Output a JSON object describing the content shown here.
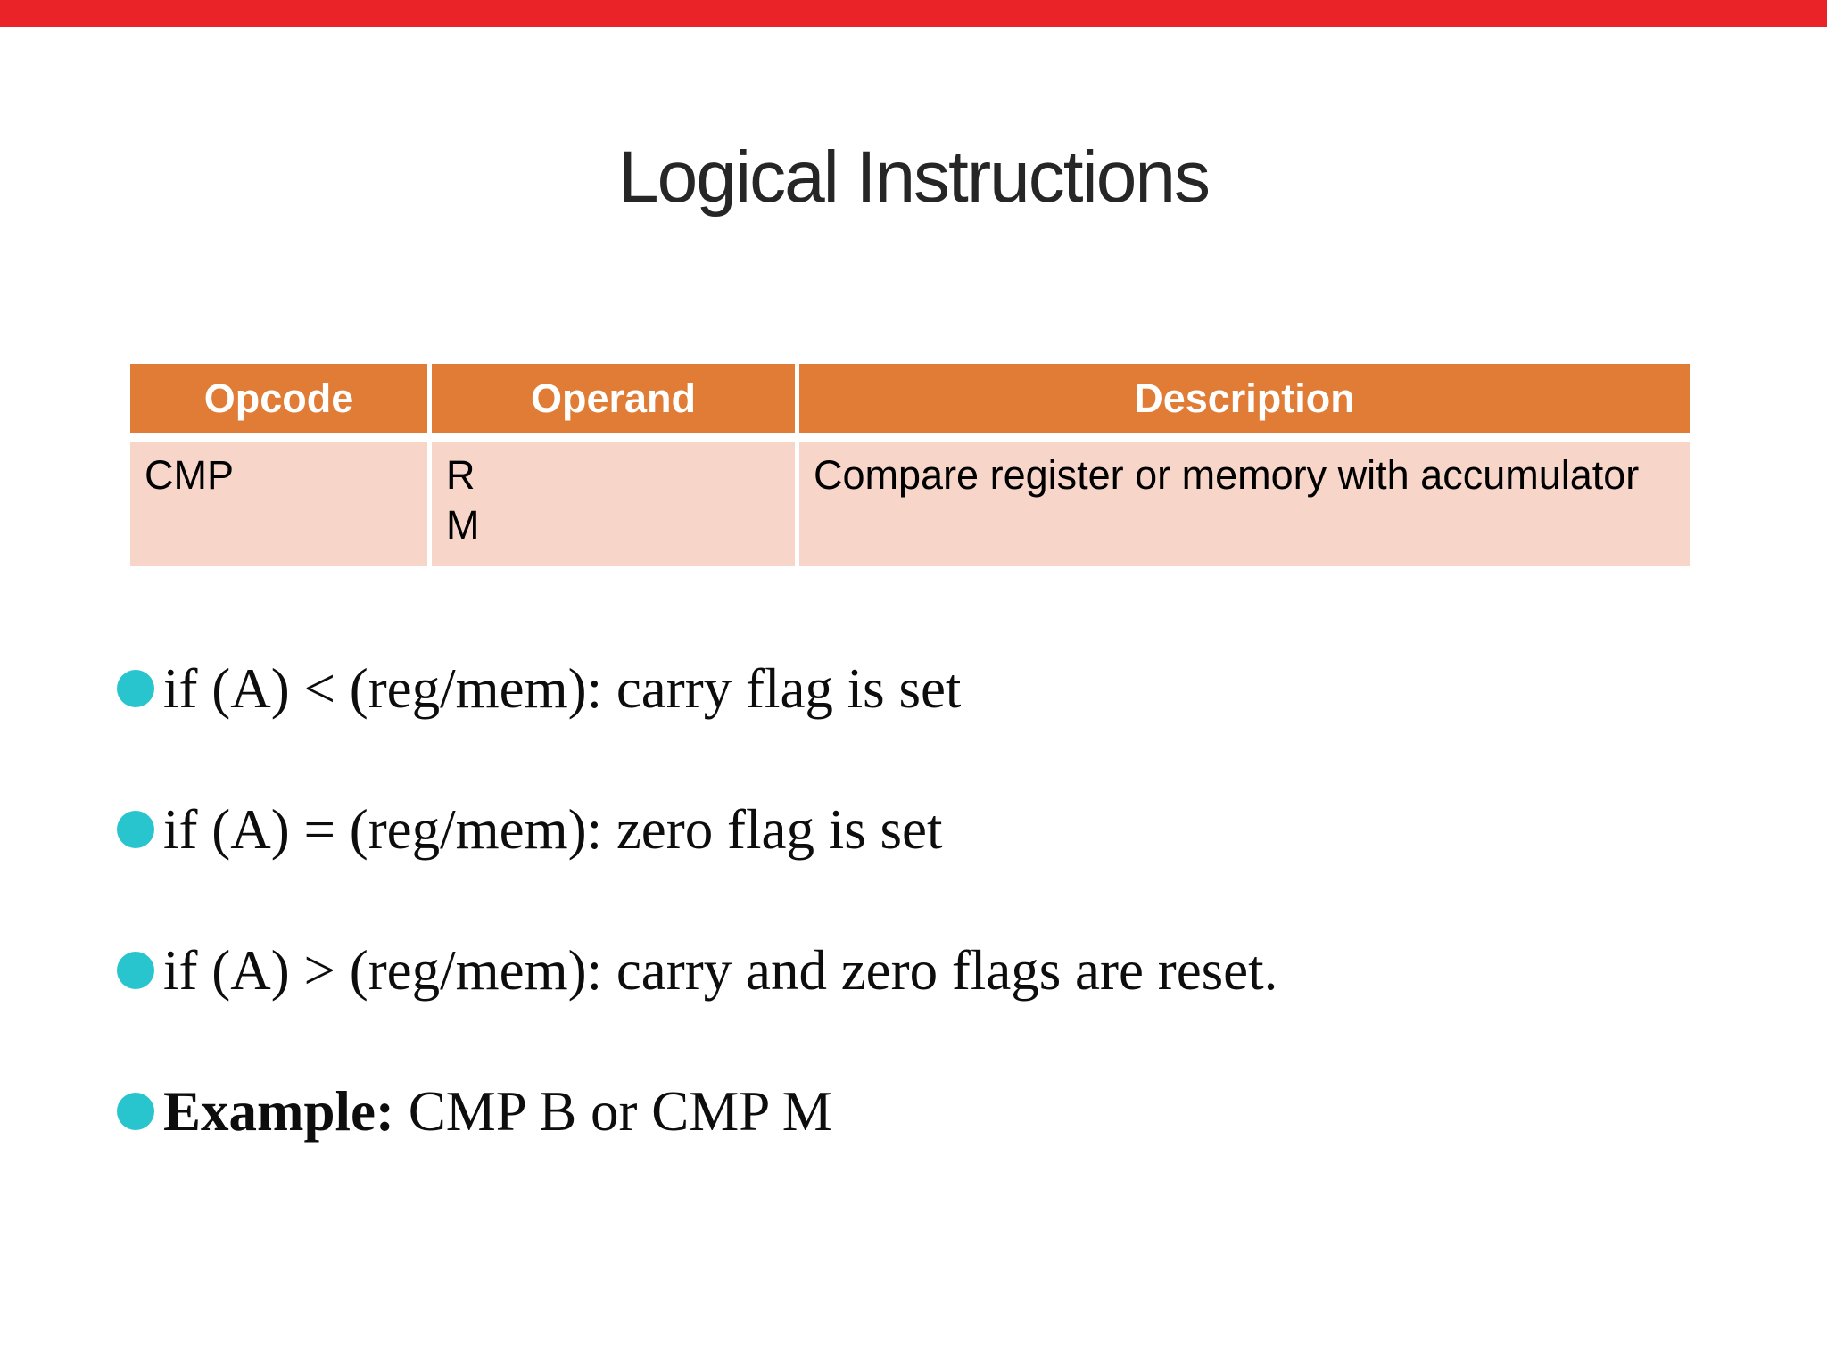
{
  "slide": {
    "title": "Logical Instructions"
  },
  "colors": {
    "top_accent_bar": "#e92327",
    "table_header_bg": "#e07c35",
    "table_row_bg": "#f7d6c9",
    "table_header_text": "#ffffff",
    "bullet_marker": "#29c5ce"
  },
  "table": {
    "headers": [
      "Opcode",
      "Operand",
      "Description"
    ],
    "rows": [
      {
        "opcode": "CMP",
        "operands": [
          "R",
          "M"
        ],
        "description": "Compare register or memory with accumulator"
      }
    ]
  },
  "bullets": {
    "items": [
      {
        "bold": "",
        "text": "if (A) < (reg/mem): carry flag is set"
      },
      {
        "bold": "",
        "text": "if (A) = (reg/mem): zero flag is set"
      },
      {
        "bold": "",
        "text": "if (A) > (reg/mem): carry and zero flags are reset."
      },
      {
        "bold": "Example:",
        "text": " CMP B or CMP M"
      }
    ]
  }
}
